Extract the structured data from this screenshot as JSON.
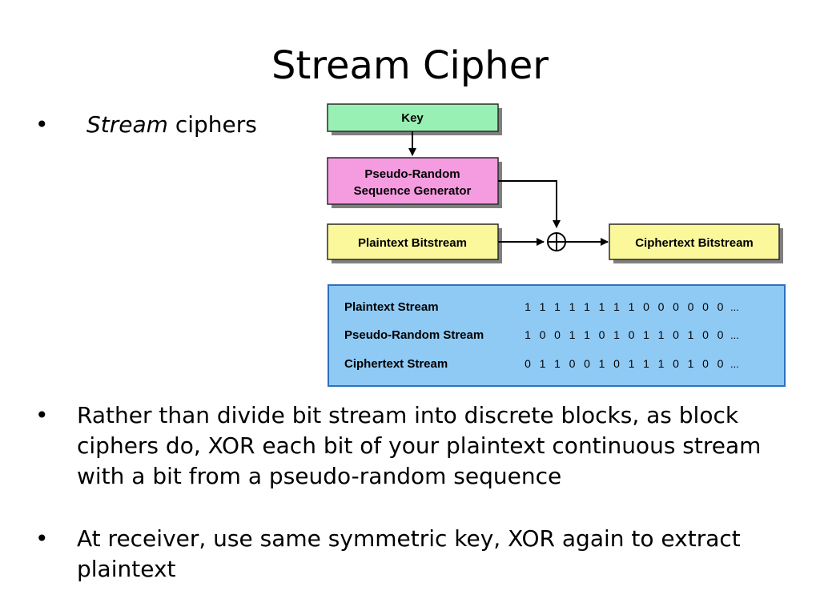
{
  "slide": {
    "title": "Stream Cipher",
    "bullets": [
      {
        "italic_part": "Stream",
        "rest": " ciphers"
      },
      {
        "text": "Rather than divide bit stream into discrete blocks, as block ciphers do, XOR each bit of your plaintext continuous stream with a bit from a pseudo-random sequence"
      },
      {
        "text": "At receiver, use same symmetric key, XOR again to extract plaintext"
      }
    ],
    "bullet_marker": "•"
  },
  "diagram": {
    "key_label": "Key",
    "generator_label_line1": "Pseudo-Random",
    "generator_label_line2": "Sequence Generator",
    "plaintext_label": "Plaintext Bitstream",
    "ciphertext_label": "Ciphertext Bitstream",
    "xor_symbol": "xor-operator-icon",
    "colors": {
      "key_fill": "#99f0b4",
      "generator_fill": "#f59be0",
      "bitstream_fill": "#fbf79b",
      "table_fill": "#8fcaf5",
      "border": "#2b2b2b",
      "shadow": "#7f7f7f",
      "table_border": "#2e6fbf"
    },
    "table": {
      "rows": [
        {
          "label": "Plaintext Stream",
          "bits": [
            "1",
            "1",
            "1",
            "1",
            "1",
            "1",
            "1",
            "1",
            "0",
            "0",
            "0",
            "0",
            "0",
            "0"
          ],
          "ellipsis": "..."
        },
        {
          "label": "Pseudo-Random Stream",
          "bits": [
            "1",
            "0",
            "0",
            "1",
            "1",
            "0",
            "1",
            "0",
            "1",
            "1",
            "0",
            "1",
            "0",
            "0"
          ],
          "ellipsis": "..."
        },
        {
          "label": "Ciphertext Stream",
          "bits": [
            "0",
            "1",
            "1",
            "0",
            "0",
            "1",
            "0",
            "1",
            "1",
            "1",
            "0",
            "1",
            "0",
            "0"
          ],
          "ellipsis": "..."
        }
      ]
    }
  }
}
